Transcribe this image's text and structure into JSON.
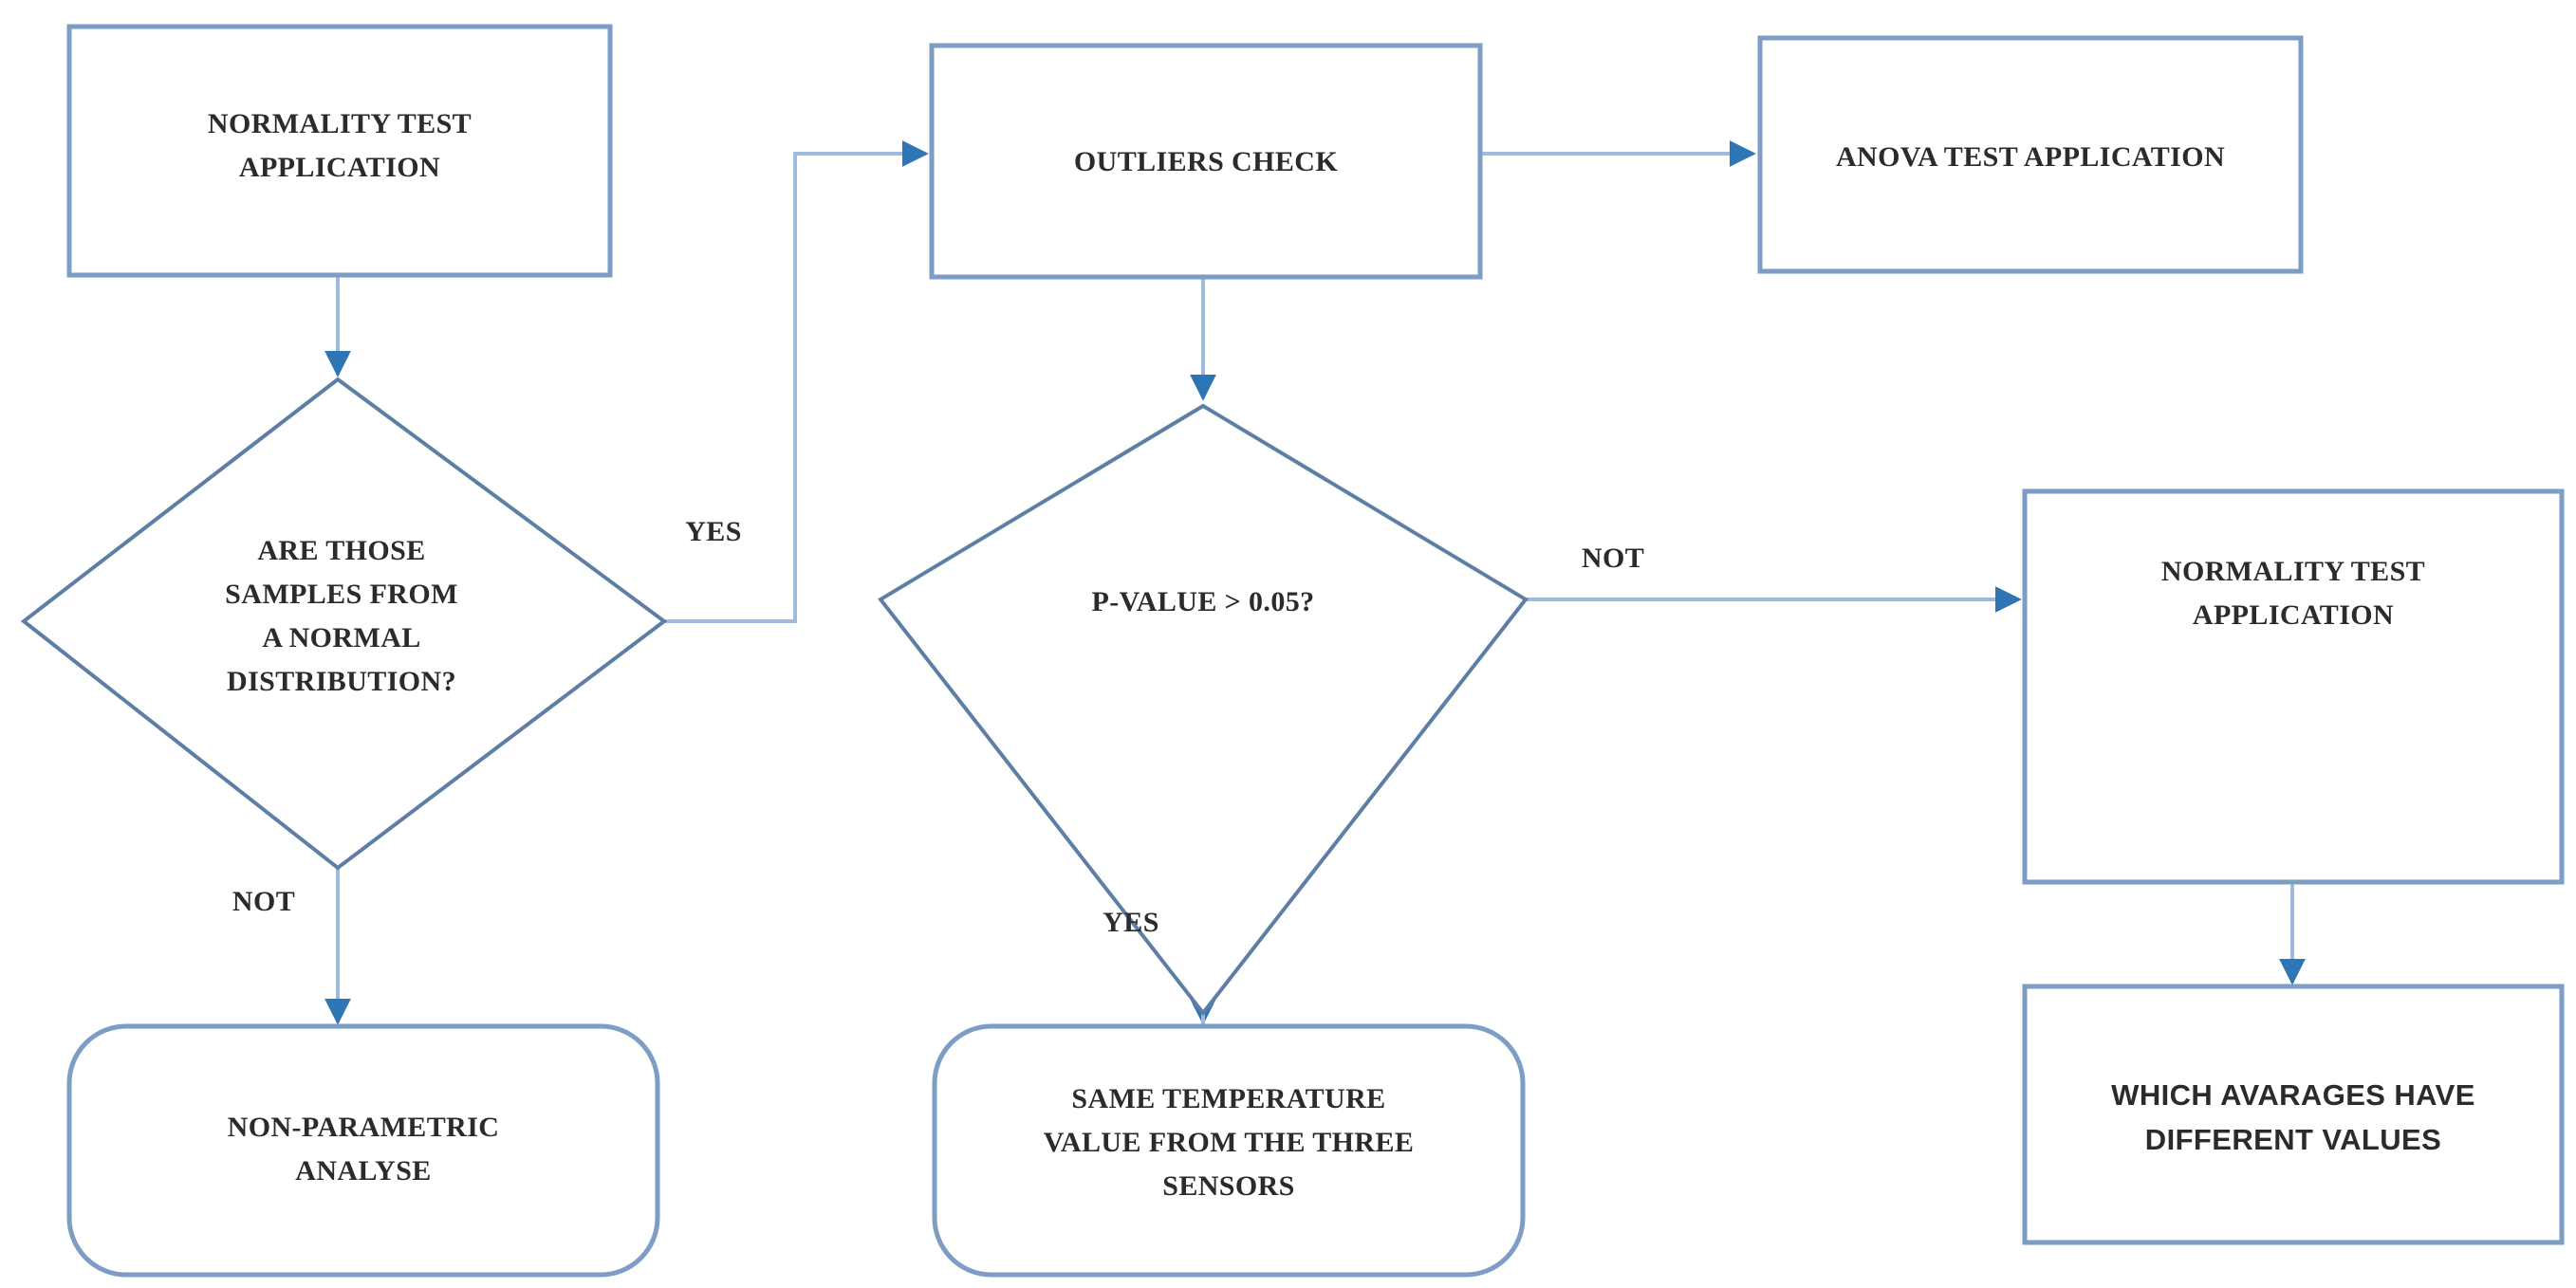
{
  "diagram": {
    "title": "Statistical analysis decision flowchart",
    "background_color": "#ffffff",
    "palette": {
      "box_border": "#7e9dc4",
      "diamond_border": "#5d7fa6",
      "connector": "#9dbbdd",
      "arrowhead": "#2e75b6",
      "text": "#2b2b2b"
    },
    "nodes": [
      {
        "id": "normality-test-1",
        "shape": "rectangle",
        "lines": [
          "NORMALITY TEST",
          "APPLICATION"
        ],
        "font": "serif"
      },
      {
        "id": "normal-distribution-question",
        "shape": "diamond",
        "lines": [
          "ARE THOSE",
          "SAMPLES FROM",
          "A NORMAL",
          "DISTRIBUTION?"
        ],
        "font": "serif"
      },
      {
        "id": "non-parametric-analyse",
        "shape": "rounded-rectangle",
        "lines": [
          "NON-PARAMETRIC",
          "ANALYSE"
        ],
        "font": "serif"
      },
      {
        "id": "outliers-check",
        "shape": "rectangle",
        "lines": [
          "OUTLIERS CHECK"
        ],
        "font": "serif"
      },
      {
        "id": "p-value-question",
        "shape": "diamond",
        "lines": [
          "P-VALUE > 0.05?"
        ],
        "font": "serif"
      },
      {
        "id": "same-temperature-value",
        "shape": "rounded-rectangle",
        "lines": [
          "SAME TEMPERATURE",
          "VALUE FROM THE THREE",
          "SENSORS"
        ],
        "font": "serif"
      },
      {
        "id": "anova-test-application",
        "shape": "rectangle",
        "lines": [
          "ANOVA TEST APPLICATION"
        ],
        "font": "serif"
      },
      {
        "id": "normality-test-2",
        "shape": "rectangle",
        "lines": [
          "NORMALITY TEST",
          "APPLICATION"
        ],
        "font": "serif"
      },
      {
        "id": "which-avarages-different",
        "shape": "rectangle",
        "lines": [
          "WHICH AVARAGES HAVE",
          "DIFFERENT VALUES"
        ],
        "font": "sans"
      }
    ],
    "edges": [
      {
        "id": "e1",
        "from": "normality-test-1",
        "to": "normal-distribution-question",
        "label": ""
      },
      {
        "id": "e2",
        "from": "normal-distribution-question",
        "to": "outliers-check",
        "label": "YES"
      },
      {
        "id": "e3",
        "from": "normal-distribution-question",
        "to": "non-parametric-analyse",
        "label": "NOT"
      },
      {
        "id": "e4",
        "from": "outliers-check",
        "to": "anova-test-application",
        "label": ""
      },
      {
        "id": "e5",
        "from": "outliers-check",
        "to": "p-value-question",
        "label": ""
      },
      {
        "id": "e6",
        "from": "p-value-question",
        "to": "same-temperature-value",
        "label": "YES"
      },
      {
        "id": "e7",
        "from": "p-value-question",
        "to": "normality-test-2",
        "label": "NOT"
      },
      {
        "id": "e8",
        "from": "normality-test-2",
        "to": "which-avarages-different",
        "label": ""
      }
    ],
    "labels": {
      "yes_left": "YES",
      "not_left": "NOT",
      "yes_center": "YES",
      "not_right": "NOT"
    }
  }
}
